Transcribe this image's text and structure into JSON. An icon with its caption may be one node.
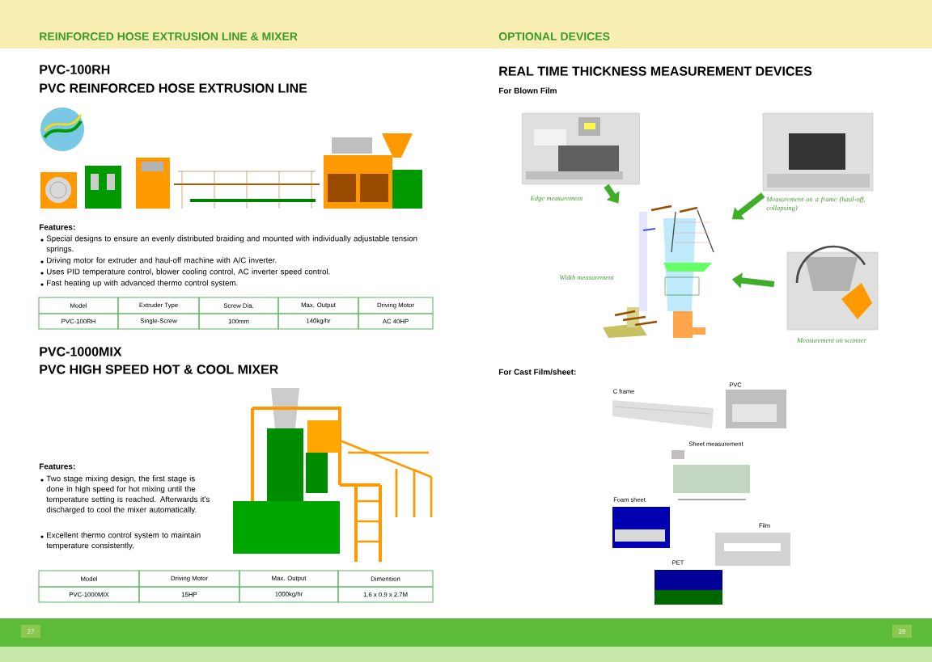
{
  "diagram": {
    "nodes": [
      {
        "text": [],
        "shape": "picture",
        "beside": [
          "Edge measurement"
        ]
      },
      {
        "text": [],
        "shape": "picture",
        "beside": [
          "Measurement on a frame (haul-off, collapsing)"
        ]
      },
      {
        "text": [],
        "shape": "picture",
        "beside": [
          "Width measurement"
        ]
      },
      {
        "text": [],
        "shape": "picture",
        "beside": [
          "Measurement on scanner"
        ]
      }
    ],
    "edges": [
      {
        "from": 0,
        "to": 2,
        "arrow": "to"
      },
      {
        "from": 1,
        "to": 2,
        "arrow": "to"
      },
      {
        "from": 3,
        "to": 2,
        "arrow": "to"
      }
    ],
    "labels": [
      "REINFORCED HOSE EXTRUSION LINE & MIXER",
      "OPTIONAL DEVICES",
      "PVC-100RH",
      "PVC REINFORCED HOSE EXTRUSION LINE",
      "Features:",
      "Special designs to ensure an evenly distributed braiding and mounted with individually adjustable tension springs.",
      "Driving motor for extruder and haul-off machine with A/C inverter.",
      "Uses PID temperature control, blower cooling control, AC inverter speed control.",
      "Fast heating up with advanced thermo control system.",
      "Model",
      "Extruder Type",
      "Screw Dia.",
      "Max. Output",
      "Driving Motor",
      "PVC-100RH",
      "Single-Screw",
      "100mm",
      "140kg/hr",
      "AC 40HP",
      "PVC-1000MIX",
      "PVC HIGH SPEED HOT & COOL MIXER",
      "Features:",
      "Two stage mixing design, the first stage is done in high speed for hot mixing until the temperature setting is reached. Afterwards it's discharged to cool the mixer automatically.",
      "Excellent thermo control system to maintain temperature consistently.",
      "Model",
      "Driving Motor",
      "Max. Output",
      "Dimension",
      "PVC-1000MIX",
      "15HP",
      "1000kg/hr",
      "1.6 x 0.9 x 2.7M",
      "REAL TIME THICKNESS MEASUREMENT DEVICES",
      "For Blown Film",
      "For Cast Film/sheet:",
      "C frame",
      "PVC",
      "Sheet measurement",
      "Foam sheet",
      "Film",
      "PET",
      "27",
      "28"
    ]
  }
}
